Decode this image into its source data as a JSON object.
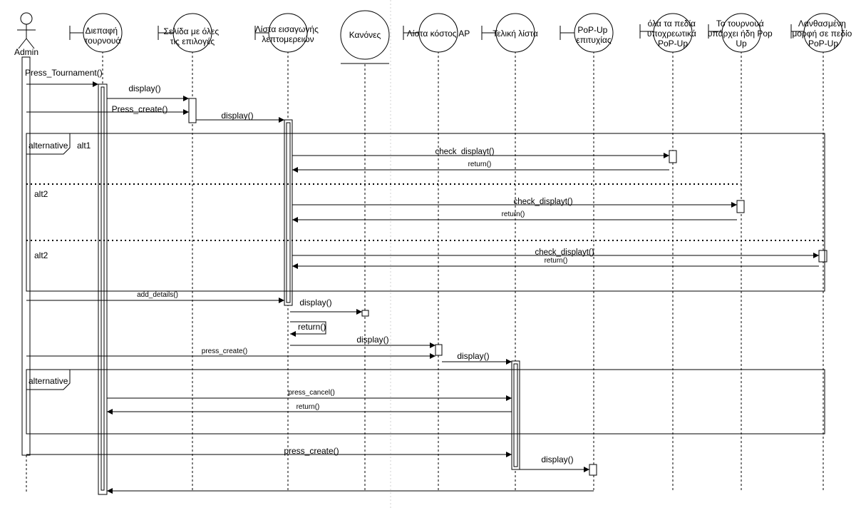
{
  "participants": {
    "admin": "Admin",
    "p1": [
      "Διεπαφή",
      "τουρνουά"
    ],
    "p2": [
      "Σελίδα με όλες",
      "τις επιλογές"
    ],
    "p3": [
      "Λίστα εισαγωγής",
      "λεπτομερειών"
    ],
    "p4": [
      "Κανόνες"
    ],
    "p5": [
      "Λίστα κόστος ΑΡ"
    ],
    "p6": [
      "Τελική λίστα"
    ],
    "p7": [
      "PoP-Up",
      "επιτυχίας"
    ],
    "p8": [
      "όλα τα πεδία",
      "υποχρεωτικά",
      "PoP-Up"
    ],
    "p9": [
      "Το τουρνουά",
      "υπάρχει ήδη Pop",
      "Up"
    ],
    "p10": [
      "Λανθασμένη",
      "μορφή σε πεδίο",
      "PoP-Up"
    ]
  },
  "fragments": {
    "frame1": {
      "operator": "alternative",
      "conditions": [
        "alt1",
        "alt2",
        "alt2"
      ]
    },
    "frame2": {
      "operator": "alternative"
    }
  },
  "messages": {
    "m1": "Press_Tournament()",
    "m2": "display()",
    "m3": "Press_create()",
    "m4": "display()",
    "m5": "check_displayt()",
    "m6": "return()",
    "m7": "check_displayt()",
    "m8": "return()",
    "m9": "check_displayt()",
    "m10": "return()",
    "m11": "add_details()",
    "m12": "display()",
    "m13": "return()",
    "m14": "display()",
    "m15": "press_create()",
    "m16": "display()",
    "m17": "press_cancel()",
    "m18": "return()",
    "m19": "press_create()",
    "m20": "display()"
  }
}
